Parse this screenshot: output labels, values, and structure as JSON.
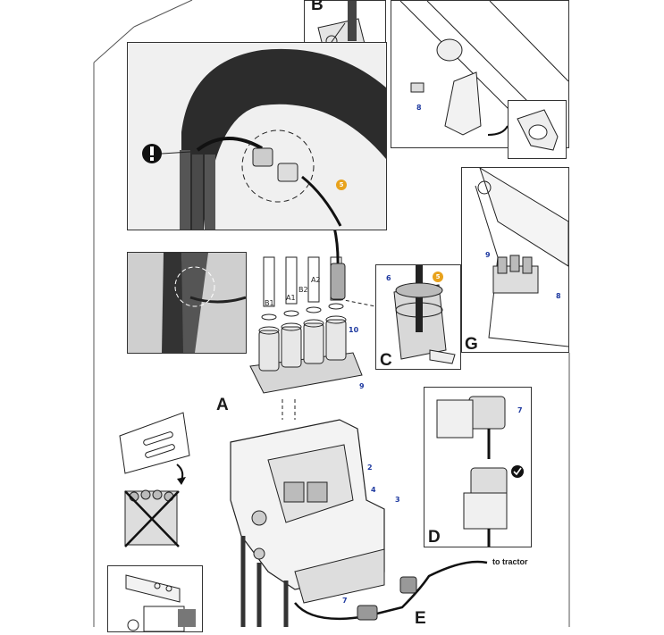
{
  "panels": {
    "a": "A",
    "b": "B",
    "c": "C",
    "d": "D",
    "e": "E",
    "g": "G"
  },
  "callouts": {
    "n2": "2",
    "n3": "3",
    "n4": "4",
    "n5_top": "5",
    "n5_c": "5",
    "n6": "6",
    "n7_d": "7",
    "n7_bottom": "7",
    "n8_top": "8",
    "n8_g": "8",
    "n9_a": "9",
    "n9_g": "9",
    "n10": "10"
  },
  "ports": {
    "b1": "B1",
    "a1": "A1",
    "b2": "B2",
    "a2": "A2"
  },
  "to_tractor": "to tractor",
  "colors": {
    "line": "#222222",
    "hose": "#3a3a3a",
    "callout": "#1f3aa0",
    "badge": "#e8a21c",
    "photo_bg": "#e9e9e9"
  }
}
